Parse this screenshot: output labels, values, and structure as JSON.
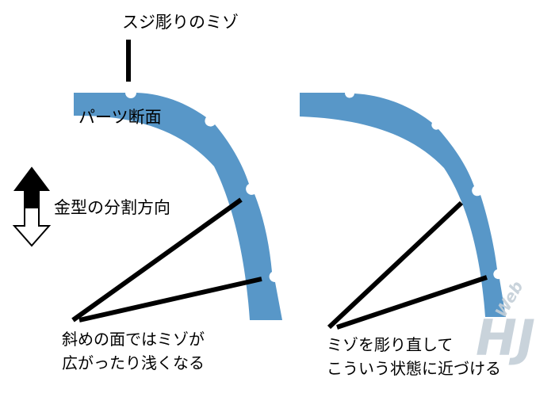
{
  "labels": {
    "groove": "スジ彫りのミゾ",
    "part_section": "パーツ断面",
    "mold_direction": "金型の分割方向",
    "left_caption": [
      "斜めの面ではミゾが",
      "広がったり浅くなる"
    ],
    "right_caption": [
      "ミゾを彫り直して",
      "こういう状態に近づける"
    ]
  },
  "colors": {
    "part": "#5897c8",
    "line": "#000000",
    "logo": "#c4cfd8"
  },
  "logo": {
    "text": "HJ",
    "sub": "Web"
  }
}
